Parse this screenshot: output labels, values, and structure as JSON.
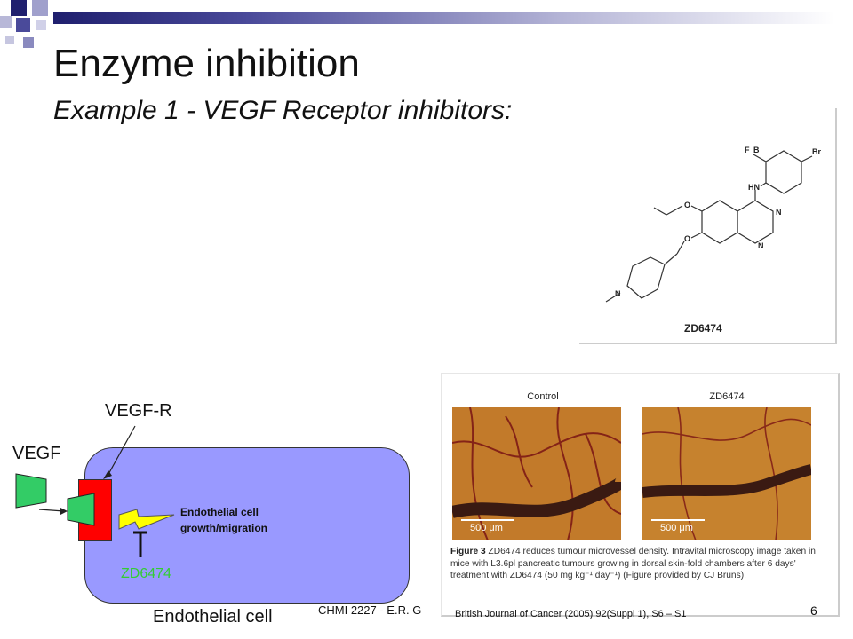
{
  "slide": {
    "title": "Enzyme inhibition",
    "subtitle": "Example 1 - VEGF Receptor inhibitors:"
  },
  "structure_figure": {
    "compound_name": "ZD6474",
    "atoms": [
      "F",
      "Br",
      "HN",
      "N",
      "N",
      "O",
      "O",
      "N"
    ]
  },
  "microscopy_figure": {
    "panel_left_label": "Control",
    "panel_right_label": "ZD6474",
    "scale_left": "500 μm",
    "scale_right": "500 μm",
    "caption_heading": "Figure 3",
    "caption_body": "ZD6474 reduces tumour microvessel density. Intravital microscopy image taken in mice with L3.6pl pancreatic tumours growing in dorsal skin-fold chambers after 6 days' treatment with ZD6474 (50 mg kg⁻¹ day⁻¹) (Figure provided by CJ Bruns)."
  },
  "diagram": {
    "vegf_r_label": "VEGF-R",
    "vegf_label": "VEGF",
    "effect_line1": "Endothelial cell",
    "effect_line2": "growth/migration",
    "inhibitor_label": "ZD6474",
    "cell_label": "Endothelial cell",
    "colors": {
      "cell": "#9999ff",
      "receptor": "#ff0000",
      "ligand": "#33cc66",
      "signal": "#ffff00",
      "inhibitor_text": "#33cc33"
    }
  },
  "footer": {
    "course": "CHMI 2227 - E.R. G",
    "citation": "British Journal of Cancer (2005) 92(Suppl 1), S6 – S1",
    "page": "6"
  }
}
